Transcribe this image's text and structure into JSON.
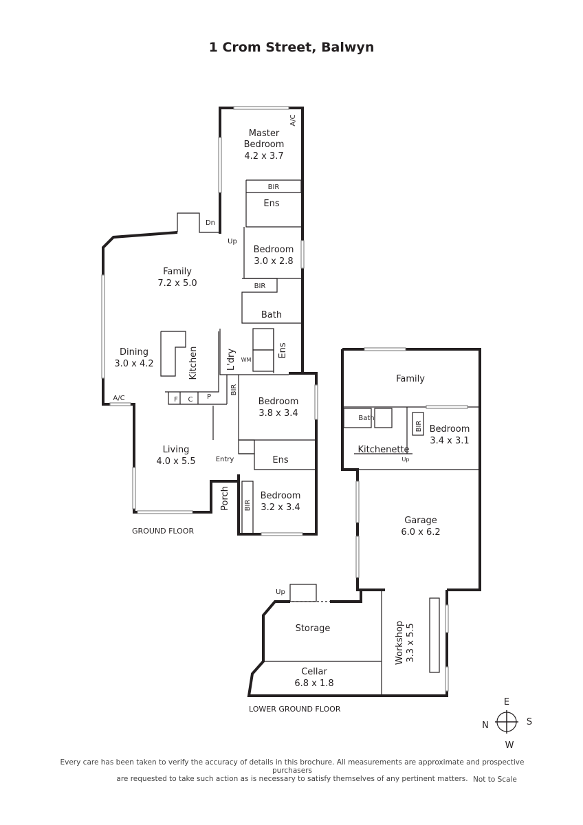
{
  "title": "1 Crom Street, Balwyn",
  "rooms": {
    "master_bedroom": {
      "name1": "Master",
      "name2": "Bedroom",
      "dims": "4.2 x 3.7"
    },
    "bir1": "BIR",
    "ens1": "Ens",
    "bedroom2": {
      "name": "Bedroom",
      "dims": "3.0 x 2.8"
    },
    "bir2": "BIR",
    "bath": "Bath",
    "family": {
      "name": "Family",
      "dims": "7.2 x 5.0"
    },
    "dining": {
      "name": "Dining",
      "dims": "3.0 x 4.2"
    },
    "kitchen": "Kitchen",
    "laundry": "L'dry",
    "wm": "WM",
    "ens2": "Ens",
    "f": "F",
    "c": "C",
    "p": "P",
    "bir3": "BIR",
    "bedroom3": {
      "name": "Bedroom",
      "dims": "3.8 x 3.4"
    },
    "living": {
      "name": "Living",
      "dims": "4.0 x 5.5"
    },
    "entry": "Entry",
    "ens3": "Ens",
    "porch": "Porch",
    "bir4": "BIR",
    "bedroom4": {
      "name": "Bedroom",
      "dims": "3.2 x 3.4"
    },
    "ac1": "A/C",
    "ac2": "A/C",
    "dn": "Dn",
    "up1": "Up",
    "family2": "Family",
    "bath2": "Bath",
    "bir5": "BIR",
    "bedroom5": {
      "name": "Bedroom",
      "dims": "3.4 x 3.1"
    },
    "kitchenette": "Kitchenette",
    "up2": "Up",
    "garage": {
      "name": "Garage",
      "dims": "6.0 x 6.2"
    },
    "up3": "Up",
    "storage": "Storage",
    "cellar": {
      "name": "Cellar",
      "dims": "6.8 x 1.8"
    },
    "workshop": {
      "name": "Workshop",
      "dims": "3.3 x 5.5"
    }
  },
  "floors": {
    "ground": "GROUND FLOOR",
    "lower": "LOWER GROUND FLOOR"
  },
  "compass": {
    "n": "N",
    "e": "E",
    "s": "S",
    "w": "W"
  },
  "disclaimer": {
    "line1": "Every care has been taken to verify the accuracy of details in this brochure. All measurements are approximate and prospective purchasers",
    "line2": "are requested to take such action as is necessary to satisfy themselves of any pertinent matters."
  },
  "not_to_scale": "Not to Scale"
}
